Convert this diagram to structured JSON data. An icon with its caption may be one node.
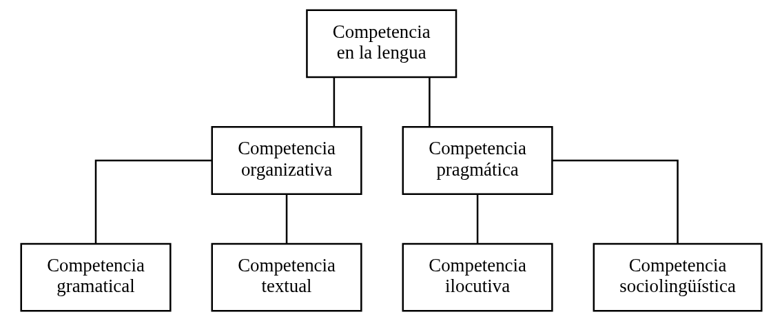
{
  "diagram": {
    "nodes": [
      {
        "text": [
          "Competencia en la lengua"
        ]
      },
      {
        "text": [
          "Competencia organizativa"
        ]
      },
      {
        "text": [
          "Competencia pragmática"
        ]
      },
      {
        "text": [
          "Competencia gramatical"
        ]
      },
      {
        "text": [
          "Competencia textual"
        ]
      },
      {
        "text": [
          "Competencia ilocutiva"
        ]
      },
      {
        "text": [
          "Competencia sociolingüística"
        ]
      }
    ],
    "edges": [
      {
        "from": 0,
        "to": 1,
        "arrow": "none"
      },
      {
        "from": 0,
        "to": 2,
        "arrow": "none"
      },
      {
        "from": 1,
        "to": 3,
        "arrow": "none"
      },
      {
        "from": 1,
        "to": 4,
        "arrow": "none"
      },
      {
        "from": 2,
        "to": 5,
        "arrow": "none"
      },
      {
        "from": 2,
        "to": 6,
        "arrow": "none"
      }
    ]
  }
}
